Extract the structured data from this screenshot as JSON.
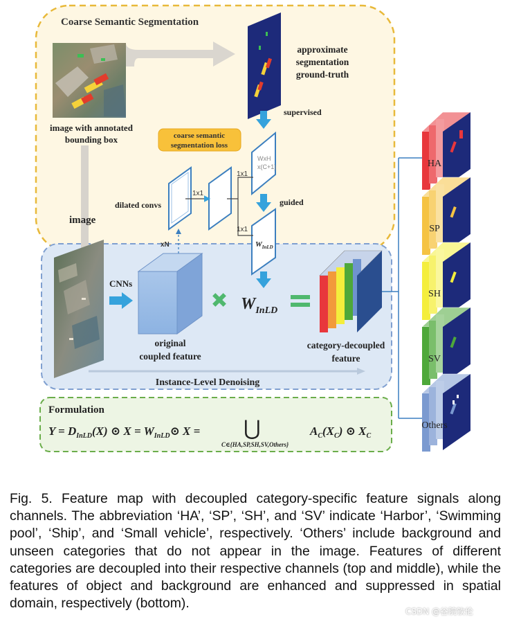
{
  "coarse_panel": {
    "title": "Coarse Semantic Segmentation",
    "image_label_1": "image with annotated",
    "image_label_2": "bounding box",
    "gt_label_1": "approximate",
    "gt_label_2": "segmentation",
    "gt_label_3": "ground-truth",
    "supervised": "supervised",
    "loss_label_1": "coarse semantic",
    "loss_label_2": "segmentation loss",
    "dilated": "dilated convs",
    "conv_1x1_a": "1x1",
    "conv_1x1_b": "1x1",
    "conv_1x1_c": "1x1",
    "whc_1": "WxH",
    "whc_2": "x(C+1)",
    "guided": "guided",
    "xn": "xN",
    "image": "image",
    "w_small": "W",
    "w_small_sub": "InLD"
  },
  "denoise_panel": {
    "title": "Instance-Level Denoising",
    "cnns": "CNNs",
    "original_1": "original",
    "original_2": "coupled feature",
    "w_big": "W",
    "w_big_sub": "InLD",
    "decoupled_1": "category-decoupled",
    "decoupled_2": "feature"
  },
  "formulation": {
    "title": "Formulation",
    "eq_part1": "Y = D",
    "eq_sub1": "InLD",
    "eq_part2": "(X) ⊙ X = W",
    "eq_sub2": "InLD",
    "eq_part3": "⊙ X =",
    "union_symbol": "⋃",
    "union_sub": "C∈{HA,SP,SH,SV,Others}",
    "eq_part4": "A",
    "eq_sub4": "C",
    "eq_part5": "(X",
    "eq_sub5": "C",
    "eq_part6": ") ⊙ X",
    "eq_sub6": "C"
  },
  "channels": [
    {
      "label": "HA",
      "color": "#e8373c"
    },
    {
      "label": "SP",
      "color": "#f5c343"
    },
    {
      "label": "SH",
      "color": "#f4ee3c"
    },
    {
      "label": "SV",
      "color": "#4ea83a"
    },
    {
      "label": "Others",
      "color": "#7b9ad0"
    }
  ],
  "caption": "Fig. 5. Feature map with decoupled category-specific feature signals along channels. The abbreviation ‘HA’, ‘SP’, ‘SH’, and ‘SV’ indicate ‘Harbor’, ‘Swimming pool’, ‘Ship’, and ‘Small vehicle’, respectively. ‘Others’ include background and unseen categories that do not appear in the image. Features of different categories are decoupled into their respective channels (top and middle), while the features of object and background are enhanced and suppressed in spatial domain, respectively (bottom).",
  "watermark": "CSDN @谷院钦伦"
}
